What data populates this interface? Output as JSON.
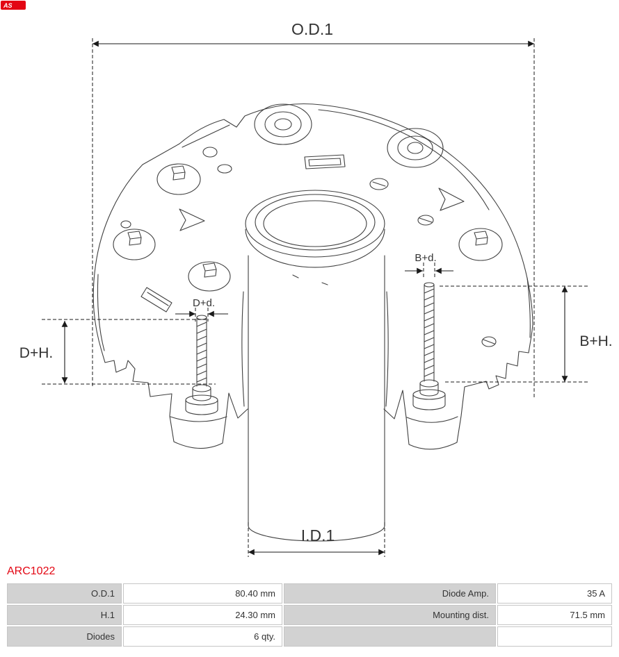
{
  "logo": {
    "text": "AS",
    "bg_color": "#e30613",
    "text_color": "#ffffff"
  },
  "part_number": {
    "text": "ARC1022",
    "color": "#e30613"
  },
  "diagram": {
    "labels": {
      "od1": "O.D.1",
      "dd": "D+d.",
      "bd": "B+d.",
      "dh": "D+H.",
      "bh": "B+H.",
      "id1": "I.D.1"
    }
  },
  "spec_table": {
    "rows": [
      {
        "c0": "O.D.1",
        "c1": "80.40 mm",
        "c2": "Diode Amp.",
        "c3": "35 A"
      },
      {
        "c0": "H.1",
        "c1": "24.30 mm",
        "c2": "Mounting dist.",
        "c3": "71.5 mm"
      },
      {
        "c0": "Diodes",
        "c1": "6 qty.",
        "c2": "",
        "c3": ""
      }
    ]
  },
  "colors": {
    "accent_red": "#e30613",
    "table_label_bg": "#d2d2d2",
    "drawing_line": "#3f3f3f",
    "dimension_line": "#1a1a1a"
  }
}
